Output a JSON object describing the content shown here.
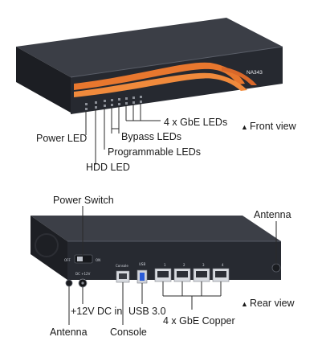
{
  "device": {
    "model": "NA343"
  },
  "front": {
    "view_label": "Front view",
    "marker": "▲",
    "callouts": {
      "power_led": "Power LED",
      "hdd_led": "HDD LED",
      "programmable_leds": "Programmable  LEDs",
      "bypass_leds": "Bypass LEDs",
      "gbe_leds": "4 x GbE LEDs"
    }
  },
  "rear": {
    "view_label": "Rear view",
    "marker": "▲",
    "callouts": {
      "power_switch": "Power Switch",
      "antenna_right": "Antenna",
      "antenna_left": "Antenna",
      "dc_in": "+12V DC in",
      "console": "Console",
      "usb": "USB 3.0",
      "gbe_copper": "4 x GbE Copper"
    },
    "panel_text": {
      "off": "OFF",
      "on": "ON",
      "console": "Console",
      "usb": "USB",
      "dc": "DC +12V",
      "port1": "1",
      "port2": "2",
      "port3": "3",
      "port4": "4"
    }
  },
  "colors": {
    "chassis_dark": "#23252b",
    "chassis_top": "#3a3d45",
    "orange_stripe": "#e8772e",
    "background": "#ffffff"
  }
}
